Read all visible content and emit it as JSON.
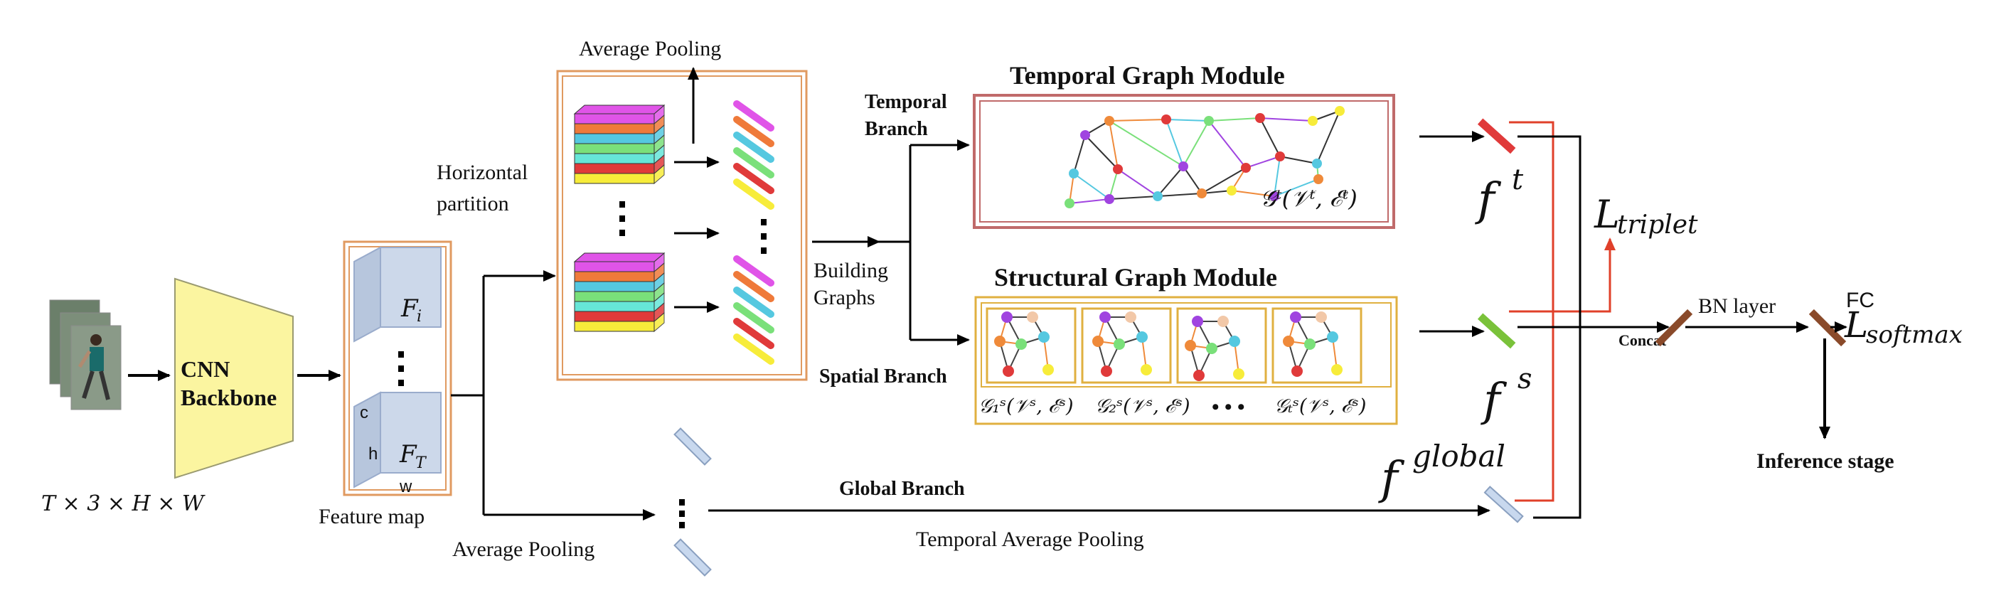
{
  "input": {
    "shape_label": "T × 3 × H × W"
  },
  "backbone": {
    "label_line1": "CNN",
    "label_line2": "Backbone"
  },
  "feature_map": {
    "caption": "Feature map",
    "cube1_label": "F",
    "cube1_sub": "i",
    "cube2_label": "F",
    "cube2_sub": "T",
    "dim_c": "c",
    "dim_h": "h",
    "dim_w": "w"
  },
  "partition": {
    "line1": "Horizontal",
    "line2": "partition",
    "avg_pool_top": "Average Pooling"
  },
  "building": {
    "line1": "Building",
    "line2": "Graphs"
  },
  "temporal": {
    "branch_line1": "Temporal",
    "branch_line2": "Branch",
    "module_title": "Temporal  Graph Module",
    "graph_label": "𝒢ᵗ(𝒱ᵗ, ℰᵗ)"
  },
  "structural": {
    "module_title": "Structural Graph Module",
    "branch_label": "Spatial Branch",
    "graph_labels": [
      "𝒢₁ˢ(𝒱ˢ, ℰˢ)",
      "𝒢₂ˢ(𝒱ˢ, ℰˢ)",
      "𝒢ₜˢ(𝒱ˢ, ℰˢ)"
    ],
    "ellipsis": "• • •"
  },
  "global": {
    "branch_label": "Global Branch",
    "avg_pool": "Average  Pooling",
    "temporal_avg_pool": "Temporal Average  Pooling"
  },
  "features": {
    "ft": "f",
    "ft_sup": "t",
    "fs": "f",
    "fs_sup": "s",
    "fg": "f",
    "fg_sup": "global"
  },
  "losses": {
    "triplet": "L",
    "triplet_sub": "triplet",
    "softmax": "L",
    "softmax_sub": "softmax"
  },
  "head": {
    "concat": "Concat",
    "bn": "BN layer",
    "fc": "FC",
    "inference": "Inference stage"
  },
  "colors": {
    "red": "#e0402a",
    "temporal_border": "#c06a6a",
    "structural_border": "#e0b040",
    "partition_border": "#e09a60",
    "backbone_fill": "#fbf5a0",
    "cube_fill": "#ccd8ea",
    "stripe_colors": [
      "#e054e8",
      "#ef7a3a",
      "#55c8e0",
      "#7ae07a",
      "#66e6d8",
      "#e03a3a",
      "#f7ec3a"
    ]
  }
}
